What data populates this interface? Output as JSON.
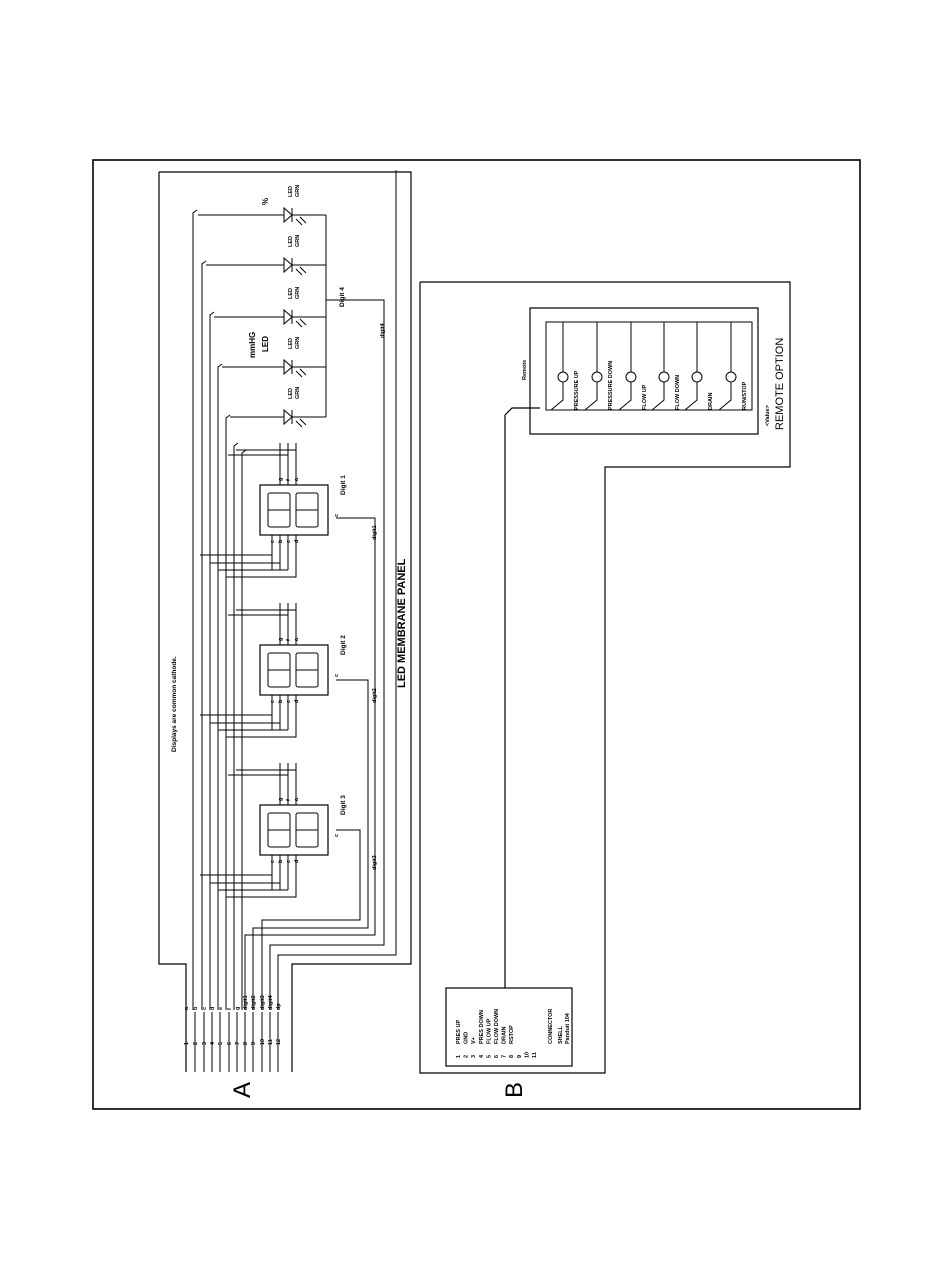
{
  "panel_a": {
    "label": "A",
    "title": "LED MEMBRANE PANEL",
    "note": "Displays are common cathode.",
    "digit_labels": [
      "Digit 1",
      "Digit 2",
      "Digit 3",
      "Digit 4"
    ],
    "digit_nets": [
      "digit1",
      "digit2",
      "digit3",
      "digit4"
    ],
    "segment_letters": [
      "a",
      "b",
      "c",
      "d",
      "e",
      "f",
      "g"
    ],
    "led_label_top": "LED",
    "led_label_bottom": "GRN",
    "percent_label": "%",
    "mmhg_label": "mmHG",
    "mmhg_sub": "LED",
    "connector_pins": [
      "1",
      "2",
      "3",
      "4",
      "5",
      "6",
      "7",
      "8",
      "9",
      "10",
      "11",
      "12"
    ],
    "connector_signals": [
      "a",
      "b",
      "c",
      "d",
      "e",
      "f",
      "g",
      "digit1",
      "digit2",
      "digit3",
      "digit4",
      "dp"
    ]
  },
  "panel_b": {
    "label": "B",
    "title": "REMOTE OPTION",
    "subtitle": "<Value>",
    "remote_label": "Remote",
    "buttons": [
      "PRESSURE UP",
      "PRESSURE DOWN",
      "FLOW UP",
      "FLOW DOWN",
      "DRAIN",
      "RUN/STOP"
    ],
    "connector_pins": [
      "1",
      "2",
      "3",
      "4",
      "5",
      "6",
      "7",
      "8",
      "9",
      "10",
      "11"
    ],
    "connector_signals": [
      "PRES UP",
      "GND",
      "V+",
      "PRES DOWN",
      "FLOW UP",
      "FLOW DOWN",
      "DRAIN",
      "RSTOP",
      "",
      "",
      ""
    ],
    "connector_title": "CONNECTOR",
    "connector_shell": "SHELL",
    "connector_part": "Panduit 104"
  }
}
